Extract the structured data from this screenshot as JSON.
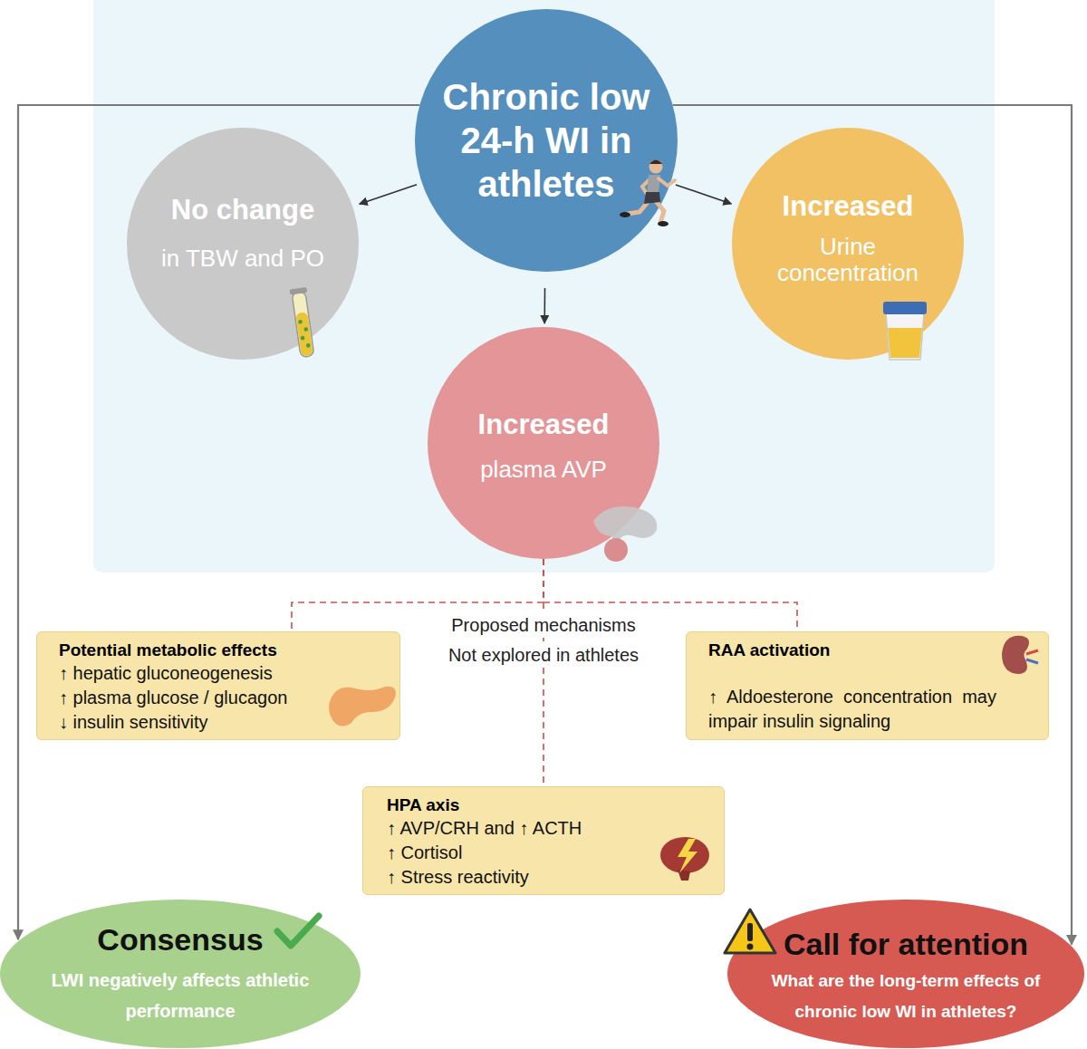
{
  "diagram": {
    "nodes": [
      {
        "text": [
          "Chronic low 24-h WI in athletes"
        ]
      },
      {
        "text": [
          "No change",
          "in TBW and PO"
        ]
      },
      {
        "text": [
          "Increased",
          "Urine concentration"
        ]
      },
      {
        "text": [
          "Increased",
          "plasma AVP"
        ]
      },
      {
        "text": [
          "Potential metabolic effects",
          "↑ hepatic gluconeogenesis",
          "↑ plasma glucose / glucagon",
          "↓ insulin sensitivity"
        ]
      },
      {
        "text": [
          "RAA activation",
          "↑ Aldoesterone concentration may impair insulin signaling"
        ]
      },
      {
        "text": [
          "HPA axis",
          "↑ AVP/CRH and ↑ ACTH",
          "↑ Cortisol",
          "↑ Stress reactivity"
        ]
      },
      {
        "text": [
          "Consensus",
          "LWI negatively affects athletic performance"
        ]
      },
      {
        "text": [
          "Call for attention",
          "What are the long-term effects of chronic low WI in athletes?"
        ]
      }
    ],
    "edges": [
      {
        "from": 0,
        "to": 1,
        "arrow": "to"
      },
      {
        "from": 0,
        "to": 2,
        "arrow": "to"
      },
      {
        "from": 0,
        "to": 3,
        "arrow": "to"
      },
      {
        "from": 3,
        "to": 4,
        "arrow": "none"
      },
      {
        "from": 3,
        "to": 5,
        "arrow": "none"
      },
      {
        "from": 3,
        "to": 6,
        "arrow": "none"
      },
      {
        "from": 0,
        "to": 7,
        "arrow": "to"
      },
      {
        "from": 0,
        "to": 8,
        "arrow": "to"
      }
    ],
    "labels": [
      "Proposed mechanisms",
      "Not explored in athletes"
    ]
  }
}
